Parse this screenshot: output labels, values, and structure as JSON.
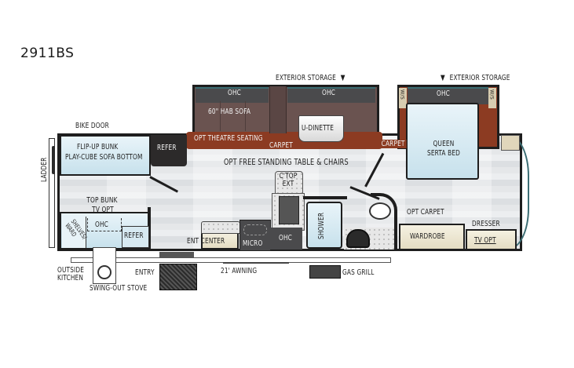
{
  "model": "2911BS",
  "colors": {
    "wall": "#1e1e1e",
    "carpet": "#8c3b22",
    "cabinet_dark": "#4a4a4c",
    "sofa_brown": "#6a5350",
    "bed_blue": "#d6ebf3",
    "cream_cabinet": "#ece5cd",
    "accent_teal": "#3c6e74"
  },
  "labels": {
    "exterior_storage_left": "EXTERIOR STORAGE",
    "exterior_storage_right": "EXTERIOR STORAGE",
    "ohc_slide_left": "OHC",
    "hab_sofa": "60\" HAB SOFA",
    "ohc_slide_mid": "OHC",
    "u_dinette": "U-DINETTE",
    "opt_theatre_seating": "OPT THEATRE SEATING",
    "carpet_slide": "CARPET",
    "carpet_bedroom": "CARPET",
    "ohc_bed": "OHC",
    "wardrobe_left": "W/S",
    "wardrobe_right": "W/S",
    "queen_bed": "QUEEN\nSERTA BED",
    "bike_door": "BIKE DOOR",
    "flip_up_bunk": "FLIP-UP BUNK",
    "play_cube_sofa": "PLAY-CUBE SOFA BOTTOM",
    "refer_front": "REFER",
    "ladder": "LADDER",
    "opt_table_chairs": "OPT FREE STANDING TABLE & CHAIRS",
    "top_bunk": "TOP BUNK",
    "tv_opt_bunk": "TV OPT",
    "shelves_ward": "SHELVES/\nWARD",
    "ohc_bunk": "OHC",
    "refer_bunk": "REFER",
    "ctop_ext": "C'TOP\nEXT",
    "shower": "SHOWER",
    "ent_center": "ENT CENTER",
    "micro": "MICRO",
    "ohc_kitchen": "OHC",
    "opt_carpet": "OPT CARPET",
    "wardrobe": "WARDROBE",
    "dresser": "DRESSER",
    "tv_opt_dresser": "TV OPT",
    "outside_kitchen": "OUTSIDE\nKITCHEN",
    "swing_out_stove": "SWING-OUT STOVE",
    "entry": "ENTRY",
    "awning": "21' AWNING",
    "gas_grill": "GAS GRILL"
  },
  "icons": {
    "exterior_storage_arrow": "down-triangle",
    "stove": "burner-icon",
    "toilet": "toilet-icon",
    "sink": "sink-icon"
  }
}
